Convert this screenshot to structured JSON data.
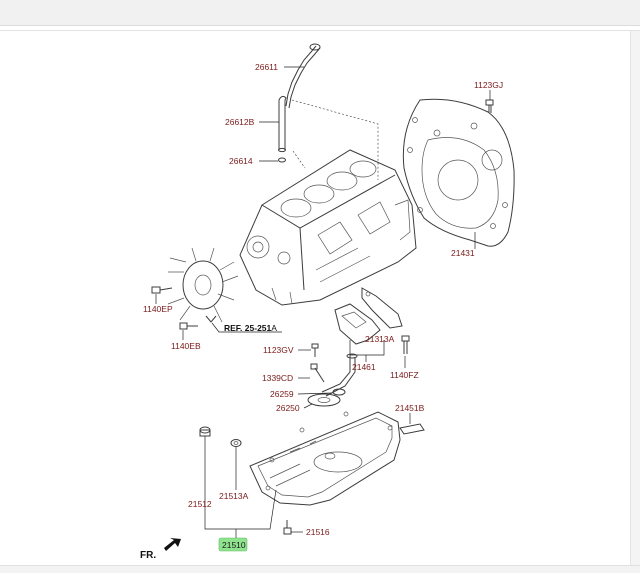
{
  "labels": {
    "p26611": "26611",
    "p26612B": "26612B",
    "p26614": "26614",
    "p1123GJ": "1123GJ",
    "p21431": "21431",
    "p1140EP": "1140EP",
    "p1140EB": "1140EB",
    "ref": "REF. 25-251",
    "ref_suffix": "A",
    "p1123GV": "1123GV",
    "p21313A": "21313A",
    "p21461": "21461",
    "p1339CD": "1339CD",
    "p1140FZ": "1140FZ",
    "p26259": "26259",
    "p26250": "26250",
    "p21451B": "21451B",
    "p21513A": "21513A",
    "p21512": "21512",
    "p21516": "21516",
    "p21510": "21510",
    "fr": "FR."
  },
  "highlight_color": "#8fe38f"
}
